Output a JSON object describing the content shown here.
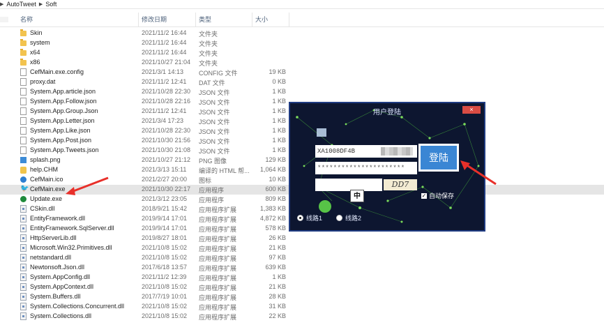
{
  "breadcrumb": [
    "AutoTweet",
    "Soft"
  ],
  "columns": {
    "name": "名称",
    "date": "修改日期",
    "type": "类型",
    "size": "大小"
  },
  "files": [
    {
      "icon": "folder",
      "name": "Skin",
      "date": "2021/11/2 16:44",
      "type": "文件夹",
      "size": ""
    },
    {
      "icon": "folder",
      "name": "system",
      "date": "2021/11/2 16:44",
      "type": "文件夹",
      "size": ""
    },
    {
      "icon": "folder",
      "name": "x64",
      "date": "2021/11/2 16:44",
      "type": "文件夹",
      "size": ""
    },
    {
      "icon": "folder",
      "name": "x86",
      "date": "2021/10/27 21:04",
      "type": "文件夹",
      "size": ""
    },
    {
      "icon": "file",
      "name": "CefMain.exe.config",
      "date": "2021/3/1 14:13",
      "type": "CONFIG 文件",
      "size": "19 KB"
    },
    {
      "icon": "file",
      "name": "proxy.dat",
      "date": "2021/11/2 12:41",
      "type": "DAT 文件",
      "size": "0 KB"
    },
    {
      "icon": "file",
      "name": "System.App.article.json",
      "date": "2021/10/28 22:30",
      "type": "JSON 文件",
      "size": "1 KB"
    },
    {
      "icon": "file",
      "name": "System.App.Follow.json",
      "date": "2021/10/28 22:16",
      "type": "JSON 文件",
      "size": "1 KB"
    },
    {
      "icon": "file",
      "name": "System.App.Group.Json",
      "date": "2021/11/2 12:41",
      "type": "JSON 文件",
      "size": "1 KB"
    },
    {
      "icon": "file",
      "name": "System.App.Letter.json",
      "date": "2021/3/4 17:23",
      "type": "JSON 文件",
      "size": "1 KB"
    },
    {
      "icon": "file",
      "name": "System.App.Like.json",
      "date": "2021/10/28 22:30",
      "type": "JSON 文件",
      "size": "1 KB"
    },
    {
      "icon": "file",
      "name": "System.App.Post.json",
      "date": "2021/10/30 21:56",
      "type": "JSON 文件",
      "size": "1 KB"
    },
    {
      "icon": "file",
      "name": "System.App.Tweets.json",
      "date": "2021/10/30 21:08",
      "type": "JSON 文件",
      "size": "1 KB"
    },
    {
      "icon": "png",
      "name": "splash.png",
      "date": "2021/10/27 21:12",
      "type": "PNG 图像",
      "size": "129 KB"
    },
    {
      "icon": "chm",
      "name": "help.CHM",
      "date": "2021/3/13 15:11",
      "type": "编译的 HTML 帮...",
      "size": "1,064 KB"
    },
    {
      "icon": "ico",
      "name": "CefMain.ico",
      "date": "2021/2/27 20:00",
      "type": "图标",
      "size": "10 KB"
    },
    {
      "icon": "bird",
      "name": "CefMain.exe",
      "date": "2021/10/30 22:17",
      "type": "应用程序",
      "size": "600 KB",
      "selected": true
    },
    {
      "icon": "upd",
      "name": "Update.exe",
      "date": "2021/3/12 23:05",
      "type": "应用程序",
      "size": "809 KB"
    },
    {
      "icon": "dll",
      "name": "CSkin.dll",
      "date": "2018/9/21 15:42",
      "type": "应用程序扩展",
      "size": "1,383 KB"
    },
    {
      "icon": "dll",
      "name": "EntityFramework.dll",
      "date": "2019/9/14 17:01",
      "type": "应用程序扩展",
      "size": "4,872 KB"
    },
    {
      "icon": "dll",
      "name": "EntityFramework.SqlServer.dll",
      "date": "2019/9/14 17:01",
      "type": "应用程序扩展",
      "size": "578 KB"
    },
    {
      "icon": "dll",
      "name": "HttpServerLib.dll",
      "date": "2019/8/27 18:01",
      "type": "应用程序扩展",
      "size": "26 KB"
    },
    {
      "icon": "dll",
      "name": "Microsoft.Win32.Primitives.dll",
      "date": "2021/10/8 15:02",
      "type": "应用程序扩展",
      "size": "21 KB"
    },
    {
      "icon": "dll",
      "name": "netstandard.dll",
      "date": "2021/10/8 15:02",
      "type": "应用程序扩展",
      "size": "97 KB"
    },
    {
      "icon": "dll",
      "name": "Newtonsoft.Json.dll",
      "date": "2017/6/18 13:57",
      "type": "应用程序扩展",
      "size": "639 KB"
    },
    {
      "icon": "dll",
      "name": "System.AppConfig.dll",
      "date": "2021/11/2 12:39",
      "type": "应用程序扩展",
      "size": "1 KB"
    },
    {
      "icon": "dll",
      "name": "System.AppContext.dll",
      "date": "2021/10/8 15:02",
      "type": "应用程序扩展",
      "size": "21 KB"
    },
    {
      "icon": "dll",
      "name": "System.Buffers.dll",
      "date": "2017/7/19 10:01",
      "type": "应用程序扩展",
      "size": "28 KB"
    },
    {
      "icon": "dll",
      "name": "System.Collections.Concurrent.dll",
      "date": "2021/10/8 15:02",
      "type": "应用程序扩展",
      "size": "31 KB"
    },
    {
      "icon": "dll",
      "name": "System.Collections.dll",
      "date": "2021/10/8 15:02",
      "type": "应用程序扩展",
      "size": "22 KB"
    }
  ],
  "login": {
    "title": "用户登陆",
    "close": "×",
    "account": "XA1008DF4B",
    "password": "**********************",
    "captcha": "DD7",
    "ime": "中",
    "login_button": "登陆",
    "auto_save": "自动保存",
    "auto_save_checked": true,
    "lines": [
      {
        "label": "线路1",
        "selected": true
      },
      {
        "label": "线路2",
        "selected": false
      }
    ]
  },
  "colors": {
    "selected_row": "#e5e5e5",
    "dialog_bg": "#0d1630",
    "login_button": "#3a86d4",
    "arrow": "#e8302a"
  }
}
